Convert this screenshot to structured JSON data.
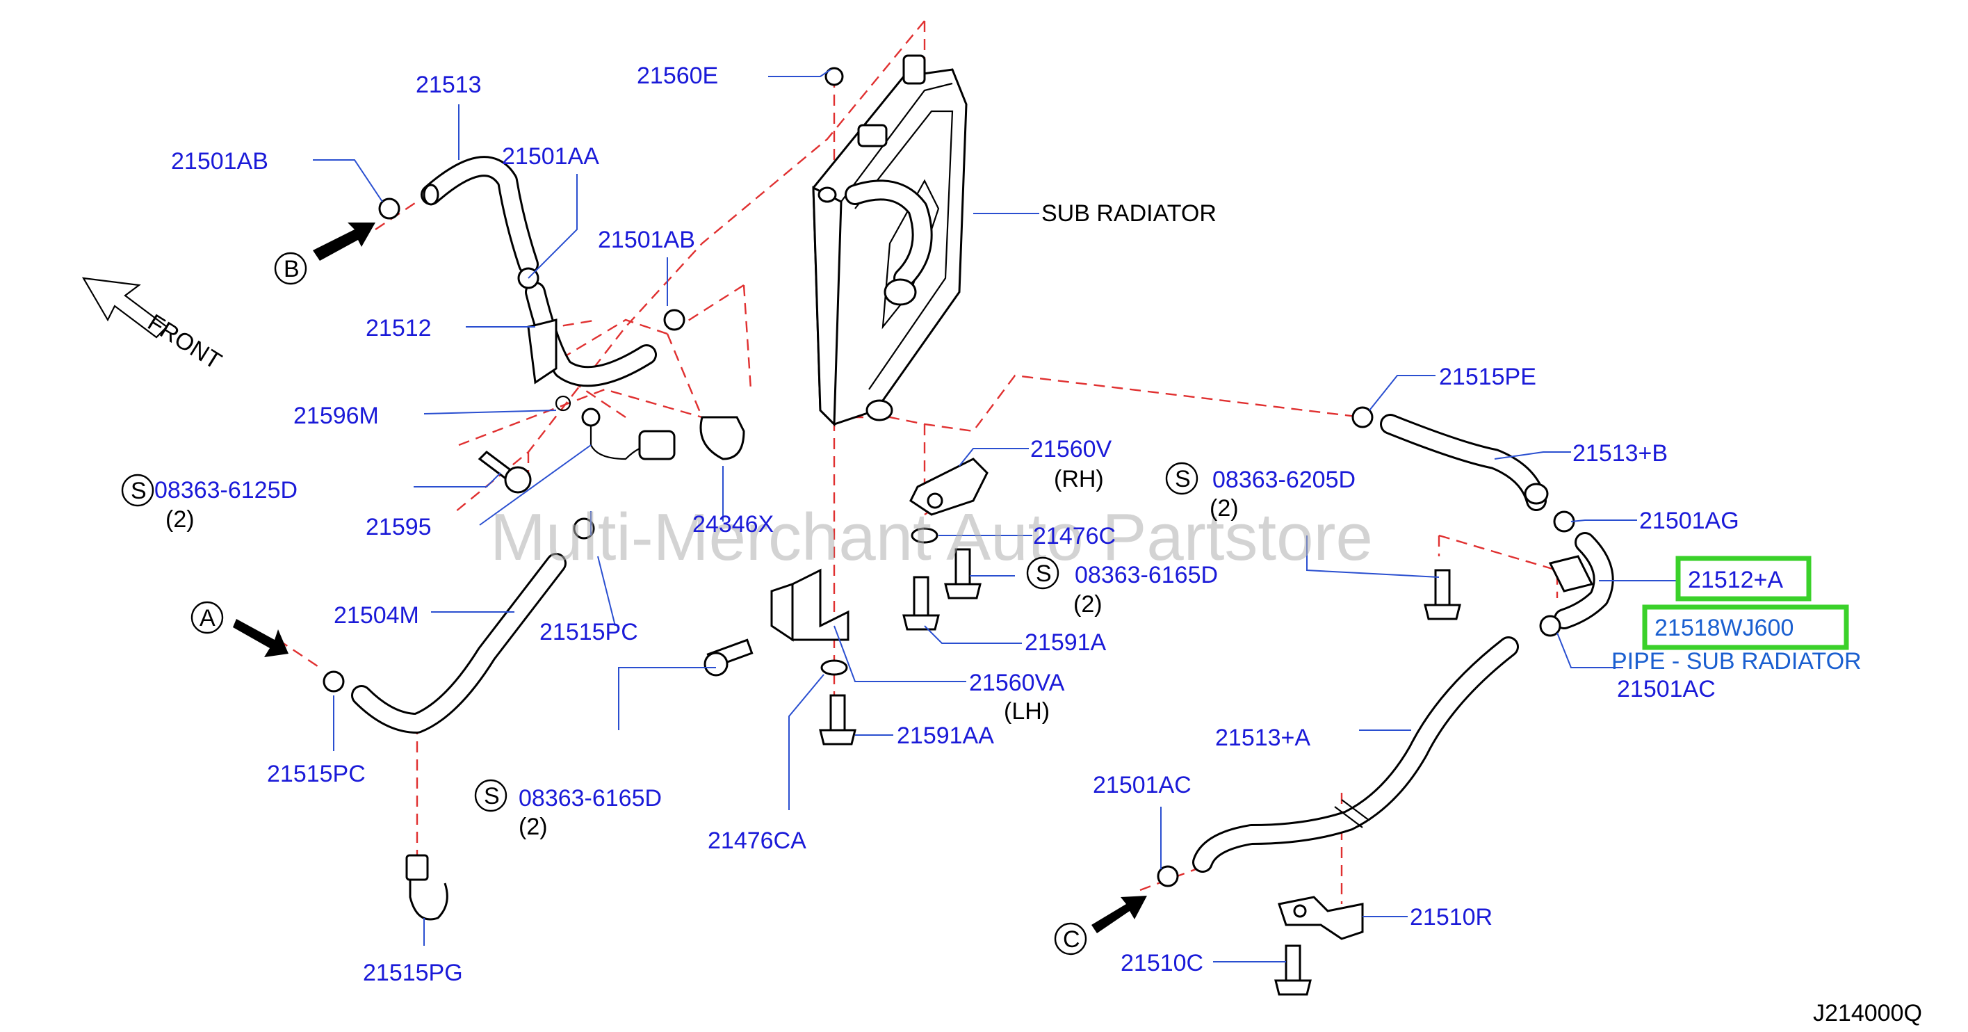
{
  "labels": {
    "p21513": "21513",
    "p21501AB_a": "21501AB",
    "p21501AA": "21501AA",
    "p21501AB_b": "21501AB",
    "p21512": "21512",
    "p21596M": "21596M",
    "p08363_6125D": "08363-6125D",
    "qty_6125D": "(2)",
    "p21595": "21595",
    "p24346X": "24346X",
    "p21504M": "21504M",
    "p21515PC_a": "21515PC",
    "p21515PC_b": "21515PC",
    "p21515PG": "21515PG",
    "p21560E": "21560E",
    "sub_radiator": "SUB  RADIATOR",
    "p21560V": "21560V",
    "rh": "(RH)",
    "p21476C": "21476C",
    "p08363_6165D_a": "08363-6165D",
    "qty_6165D_a": "(2)",
    "p21591A": "21591A",
    "p21560VA": "21560VA",
    "lh": "(LH)",
    "p21591AA": "21591AA",
    "p08363_6165D_b": "08363-6165D",
    "qty_6165D_b": "(2)",
    "p21476CA": "21476CA",
    "p21515PE": "21515PE",
    "p21513B": "21513+B",
    "p08363_6205D": "08363-6205D",
    "qty_6205D": "(2)",
    "p21501AG": "21501AG",
    "p21512A": "21512+A",
    "p21518WJ600": "21518WJ600",
    "pipe_sub_radiator": "PIPE - SUB RADIATOR",
    "p21501AC_a": "21501AC",
    "p21513A": "21513+A",
    "p21501AC_b": "21501AC",
    "p21510R": "21510R",
    "p21510C": "21510C",
    "front": "FRONT",
    "ref_code": "J214000Q",
    "watermark": "Multi-Merchant Auto Partstore"
  },
  "markers": {
    "a": "A",
    "b": "B",
    "c": "C",
    "s": "S"
  },
  "colors": {
    "label": "#1a1ad8",
    "leader": "#2a4fd0",
    "dash": "#e03030",
    "highlight_box": "#3ad12a"
  }
}
